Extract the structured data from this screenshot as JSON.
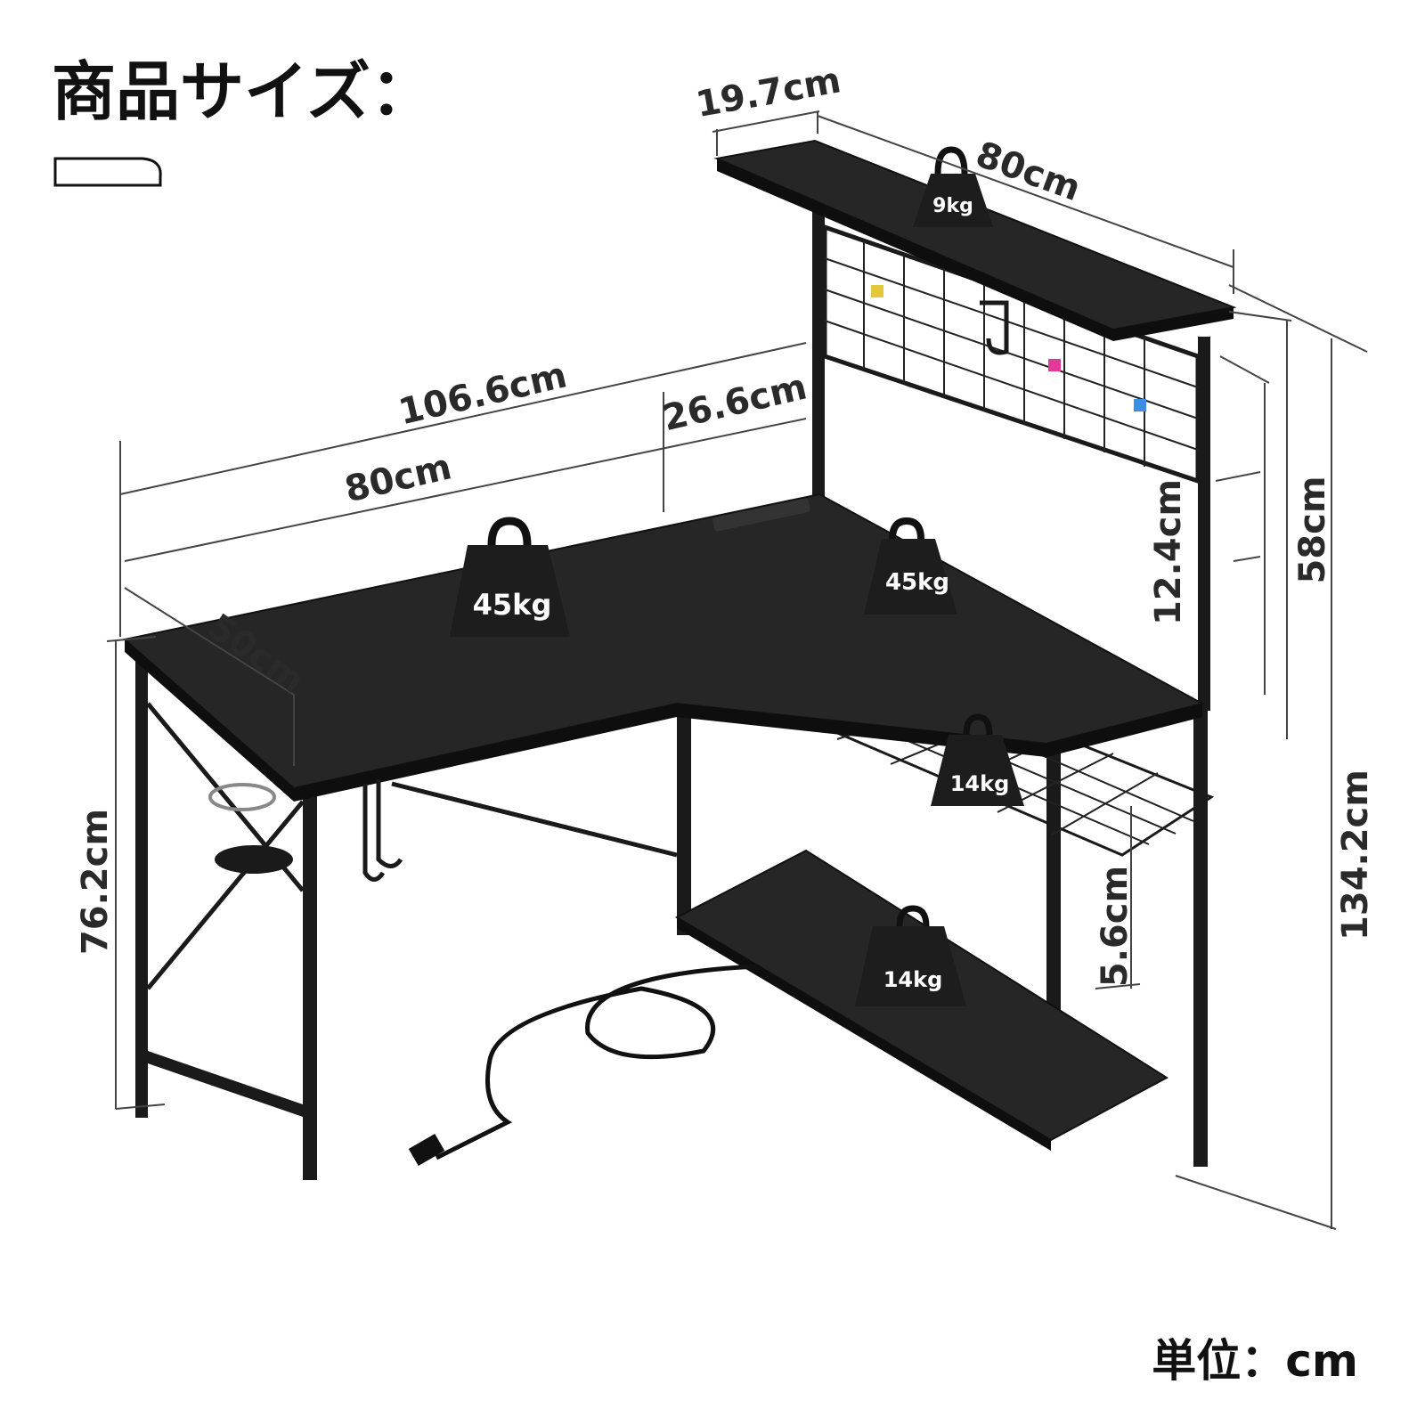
{
  "title": "商品サイズ：",
  "unit_label": "単位：cm",
  "dimensions": {
    "top_shelf_depth": "19.7cm",
    "top_shelf_width": "80cm",
    "total_width": "106.6cm",
    "return_width": "26.6cm",
    "main_width": "80cm",
    "depth": "50cm",
    "desk_height": "76.2cm",
    "hutch_gap": "12.4cm",
    "hutch_height": "58cm",
    "total_height": "134.2cm",
    "bottom_gap": "5.6cm"
  },
  "weights": {
    "top_shelf": "9kg",
    "desk_left": "45kg",
    "desk_right": "45kg",
    "basket": "14kg",
    "bottom_shelf": "14kg"
  },
  "colors": {
    "desk": "#1a1a1a",
    "text": "#111111",
    "dimension_line": "#444444"
  }
}
